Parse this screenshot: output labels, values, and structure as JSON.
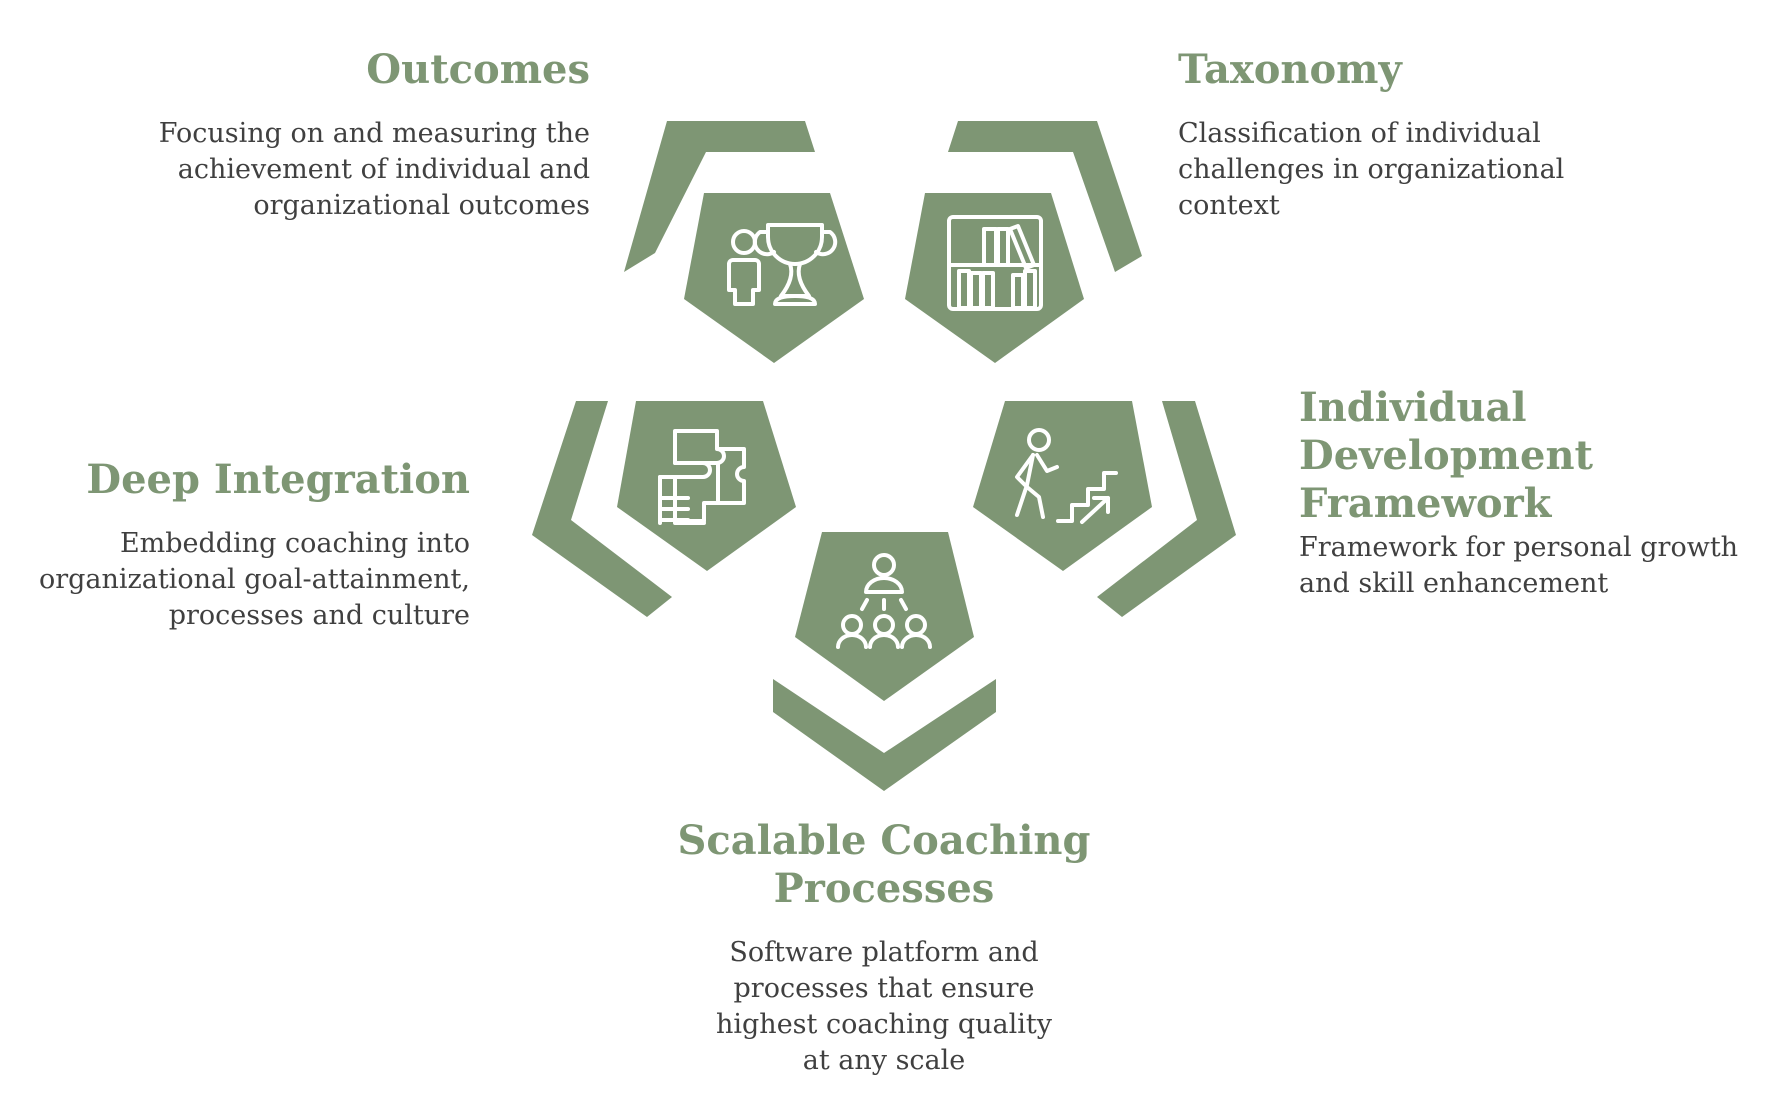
{
  "sections": {
    "outcomes": {
      "title": "Outcomes",
      "description": "Focusing on and measuring the achievement of individual and organizational outcomes",
      "icon": "person-trophy-icon"
    },
    "taxonomy": {
      "title": "Taxonomy",
      "description": "Classification of individual challenges in organizational context",
      "icon": "bookshelf-icon"
    },
    "deep_integration": {
      "title": "Deep Integration",
      "description": "Embedding coaching into organizational goal-attainment, processes and culture",
      "icon": "puzzle-pieces-icon"
    },
    "individual_development": {
      "title": "Individual Development Framework",
      "description": "Framework for personal growth and skill enhancement",
      "icon": "person-climbing-stairs-icon"
    },
    "scalable_coaching": {
      "title": "Scalable Coaching Processes",
      "description": "Software platform and processes that ensure highest coaching quality at any scale",
      "icon": "group-leader-icon"
    }
  },
  "colors": {
    "accent": "#7e9674",
    "text": "#404040",
    "background": "#ffffff"
  }
}
